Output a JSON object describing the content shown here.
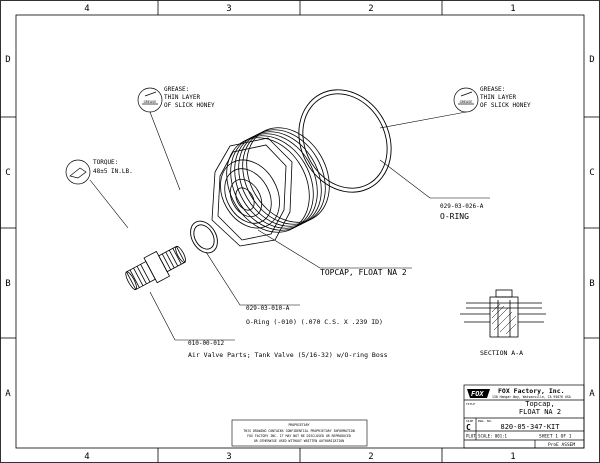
{
  "frame": {
    "columns": [
      "4",
      "3",
      "2",
      "1"
    ],
    "rows": [
      "D",
      "C",
      "B",
      "A"
    ]
  },
  "callouts": {
    "grease_left": {
      "badge": "GREASE",
      "lines": [
        "GREASE:",
        "THIN LAYER",
        "OF SLICK HONEY"
      ]
    },
    "grease_right": {
      "badge": "GREASE",
      "lines": [
        "GREASE:",
        "THIN LAYER",
        "OF SLICK HONEY"
      ]
    },
    "torque": {
      "lines": [
        "TORQUE:",
        "48±5 IN.LB."
      ]
    },
    "oring_large": {
      "part_no": "029-03-026-A",
      "desc": "O-RING"
    },
    "topcap": {
      "desc": "TOPCAP, FLOAT NA 2"
    },
    "oring_small": {
      "part_no": "029-03-010-A",
      "desc": "O-Ring (-010) (.070 C.S. X .239 ID)"
    },
    "valve": {
      "part_no": "010-00-012",
      "desc": "Air Valve Parts; Tank Valve (5/16-32) w/O-ring Boss"
    },
    "section": {
      "label": "SECTION  A-A"
    }
  },
  "title_block": {
    "company": "FOX Factory, Inc.",
    "address": "130 Hangar Way, Watsonville, CA 95076 USA",
    "title_caption": "TITLE",
    "title_lines": [
      "Topcap,",
      "FLOAT NA 2"
    ],
    "size_caption": "SIZE",
    "size": "C",
    "dwg_caption": "DWG. NO.",
    "drawing_number": "820-05-347-KIT",
    "plot": "PLOT SCALE: 001:1",
    "sheet": "SHEET 1 OF 1",
    "proe": "ProE ASSEM"
  },
  "proprietary": {
    "heading": "PROPRIETARY",
    "lines": [
      "THIS DRAWING CONTAINS CONFIDENTIAL PROPRIETARY INFORMATION",
      "FOX FACTORY INC. IT MAY NOT BE DISCLOSED OR REPRODUCED",
      "OR OTHERWISE USED WITHOUT WRITTEN AUTHORIZATION"
    ]
  }
}
